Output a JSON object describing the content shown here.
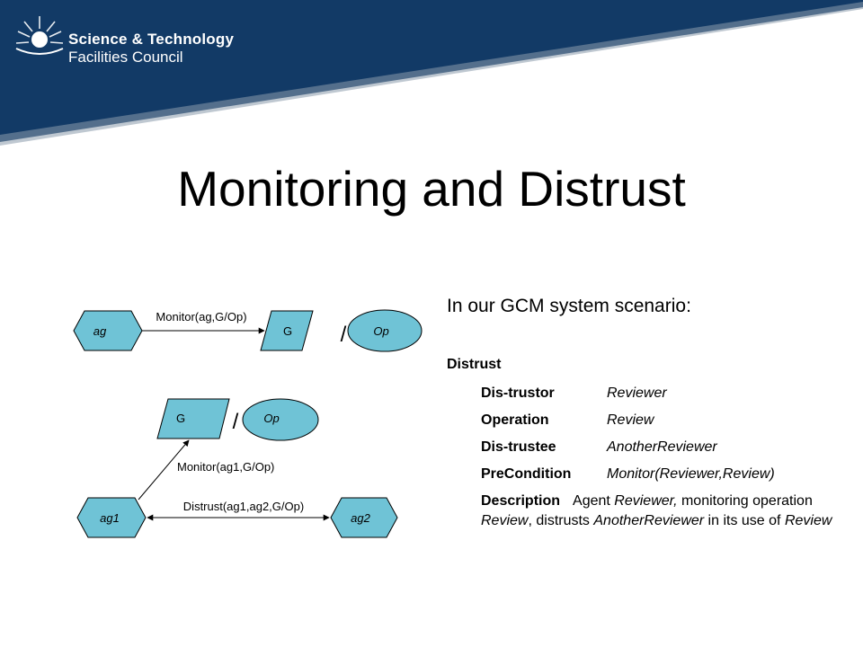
{
  "header": {
    "org_line1": "Science & Technology",
    "org_line2": "Facilities Council",
    "colors": {
      "band": "#123a66",
      "band_light": "#2f5a86",
      "accent": "#9aa9b7"
    }
  },
  "title": "Monitoring and Distrust",
  "diagram": {
    "top": {
      "agent": "ag",
      "goal": "G",
      "op": "Op",
      "edge_label": "Monitor(ag,G/Op)",
      "separator": "/"
    },
    "bottom": {
      "goal": "G",
      "op": "Op",
      "separator": "/",
      "agent1": "ag1",
      "agent2": "ag2",
      "monitor_label": "Monitor(ag1,G/Op)",
      "distrust_label": "Distrust(ag1,ag2,G/Op)"
    },
    "fill_color": "#6fc3d6"
  },
  "text": {
    "scenario": "In our GCM system scenario:",
    "section": "Distrust",
    "rows": [
      {
        "key": "Dis-trustor",
        "value": "Reviewer"
      },
      {
        "key": "Operation",
        "value": "Review"
      },
      {
        "key": "Dis-trustee",
        "value": "AnotherReviewer"
      },
      {
        "key": "PreCondition",
        "value": "Monitor(Reviewer,Review)"
      }
    ],
    "description": {
      "key": "Description",
      "p1": "Agent ",
      "p2": "Reviewer,",
      "p3": " monitoring operation ",
      "p4": "Review",
      "p5": ", distrusts ",
      "p6": "AnotherReviewer",
      "p7": " in its use of ",
      "p8": "Review"
    }
  }
}
